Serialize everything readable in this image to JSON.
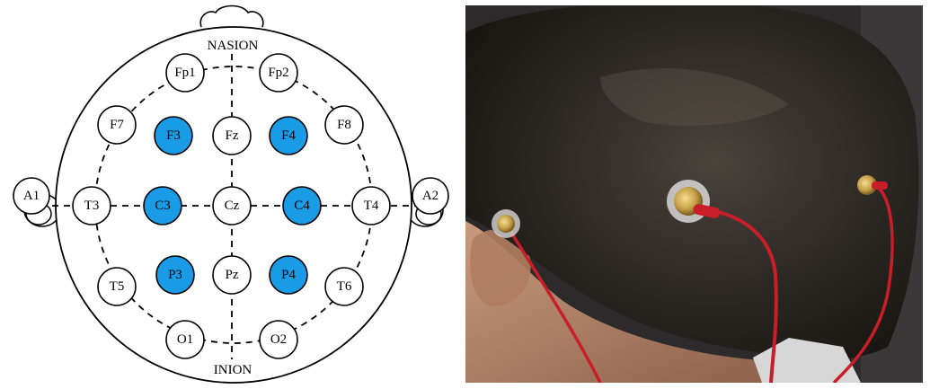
{
  "diagram": {
    "top_label": "NASION",
    "bottom_label": "INION",
    "highlight_color": "#1a9be6",
    "line_color": "#000000",
    "electrodes": [
      {
        "id": "Fp1",
        "label": "Fp1",
        "highlighted": false
      },
      {
        "id": "Fp2",
        "label": "Fp2",
        "highlighted": false
      },
      {
        "id": "F7",
        "label": "F7",
        "highlighted": false
      },
      {
        "id": "F3",
        "label": "F3",
        "highlighted": true
      },
      {
        "id": "Fz",
        "label": "Fz",
        "highlighted": false
      },
      {
        "id": "F4",
        "label": "F4",
        "highlighted": true
      },
      {
        "id": "F8",
        "label": "F8",
        "highlighted": false
      },
      {
        "id": "A1",
        "label": "A1",
        "highlighted": false
      },
      {
        "id": "T3",
        "label": "T3",
        "highlighted": false
      },
      {
        "id": "C3",
        "label": "C3",
        "highlighted": true
      },
      {
        "id": "Cz",
        "label": "Cz",
        "highlighted": false
      },
      {
        "id": "C4",
        "label": "C4",
        "highlighted": true
      },
      {
        "id": "T4",
        "label": "T4",
        "highlighted": false
      },
      {
        "id": "A2",
        "label": "A2",
        "highlighted": false
      },
      {
        "id": "T5",
        "label": "T5",
        "highlighted": false
      },
      {
        "id": "P3",
        "label": "P3",
        "highlighted": true
      },
      {
        "id": "Pz",
        "label": "Pz",
        "highlighted": false
      },
      {
        "id": "P4",
        "label": "P4",
        "highlighted": true
      },
      {
        "id": "T6",
        "label": "T6",
        "highlighted": false
      },
      {
        "id": "O1",
        "label": "O1",
        "highlighted": false
      },
      {
        "id": "O2",
        "label": "O2",
        "highlighted": false
      }
    ]
  },
  "photo": {
    "hair_color": "#2a2622",
    "skin_color": "#b58a6f",
    "wire_color": "#c81e2a",
    "electrode_color": "#c8a24a"
  }
}
